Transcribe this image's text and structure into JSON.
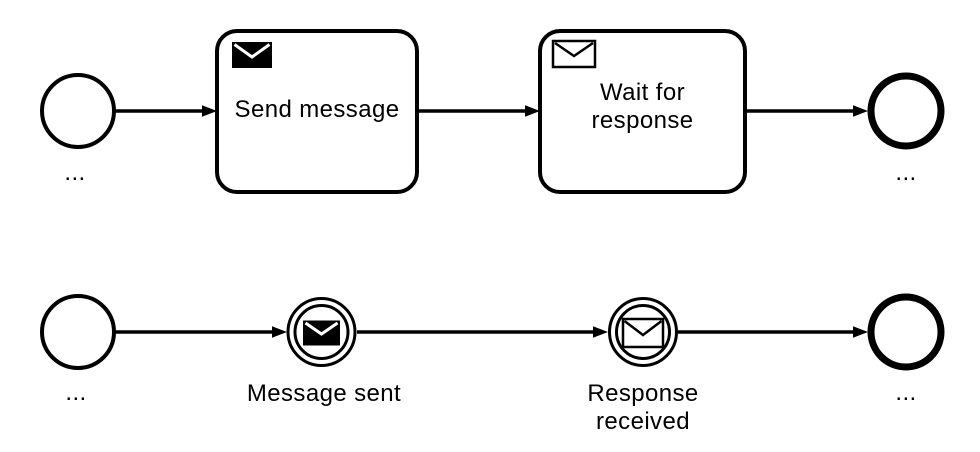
{
  "diagram": {
    "colors": {
      "stroke": "#000000",
      "background": "#ffffff"
    },
    "icons": {
      "send_task": "filled-envelope-icon",
      "wait_task": "outlined-envelope-icon",
      "throw_event": "filled-envelope-icon",
      "catch_event": "outlined-envelope-icon",
      "connector": "arrowhead-icon"
    }
  },
  "top_flow": {
    "start_label": "...",
    "send_task_label": "Send message",
    "wait_task_line1": "Wait for",
    "wait_task_line2": "response",
    "end_label": "..."
  },
  "bottom_flow": {
    "start_label": "...",
    "throw_event_label": "Message sent",
    "catch_event_line1": "Response",
    "catch_event_line2": "received",
    "end_label": "..."
  }
}
